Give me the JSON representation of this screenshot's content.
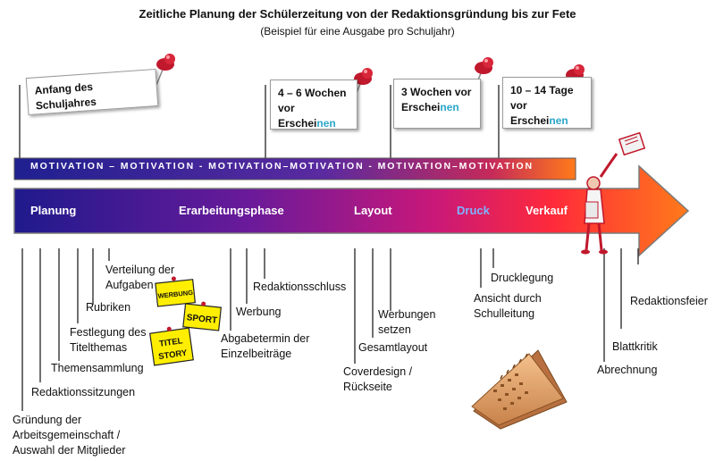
{
  "title": "Zeitliche Planung der Schülerzeitung von der Redaktionsgründung bis zur Fete",
  "subtitle": "(Beispiel für eine Ausgabe pro Schuljahr)",
  "cards": [
    {
      "line1": "Anfang des Schuljahres",
      "line2": ""
    },
    {
      "line1": "4 – 6 Wochen",
      "line2_plain": "vor Erschei",
      "line2_accent": "nen"
    },
    {
      "line1": "3 Wochen vor",
      "line2_plain": "Erschei",
      "line2_accent": "nen"
    },
    {
      "line1": "10 – 14 Tage",
      "line2_plain": "vor Erschei",
      "line2_accent": "nen"
    }
  ],
  "motivation_bar": "MOTIVATION – MOTIVATION - MOTIVATION–MOTIVATION - MOTIVATION–MOTIVATION",
  "phases": {
    "planung": "Planung",
    "erarbeitung": "Erarbeitungsphase",
    "layout": "Layout",
    "druck": "Druck",
    "verkauf": "Verkauf"
  },
  "steps": {
    "gruendung": [
      "Gründung der",
      "Arbeitsgemeinschaft /",
      "Auswahl der Mitglieder"
    ],
    "redaktionssitzungen": "Redaktionssitzungen",
    "themensammlung": "Themensammlung",
    "festlegung": [
      "Festlegung des",
      "Titelthemas"
    ],
    "rubriken": "Rubriken",
    "verteilung": [
      "Verteilung der",
      "Aufgaben"
    ],
    "abgabetermin": [
      "Abgabetermin der",
      "Einzelbeiträge"
    ],
    "werbung": "Werbung",
    "redaktionsschluss": "Redaktionsschluss",
    "coverdesign": [
      "Coverdesign /",
      "Rückseite"
    ],
    "gesamtlayout": "Gesamtlayout",
    "werbungen_setzen": [
      "Werbungen",
      "setzen"
    ],
    "ansicht": [
      "Ansicht durch",
      "Schulleitung"
    ],
    "drucklegung": "Drucklegung",
    "abrechnung": "Abrechnung",
    "blattkritik": "Blattkritik",
    "redaktionsfeier": "Redaktionsfeier"
  },
  "signs": {
    "werbung": "WERBUNG",
    "sport": "SPORT",
    "titel": "TITEL",
    "story": "STORY"
  },
  "colors": {
    "arrow_start": "#1f1a8c",
    "arrow_mid": "#b5187a",
    "arrow_end": "#ff3a1a",
    "arrow_tip": "#ff7a1a",
    "accent_text": "#2aa6c9",
    "pin": "#c0182c",
    "sign_yellow": "#ffee00",
    "calendar": "#e0a06a"
  }
}
